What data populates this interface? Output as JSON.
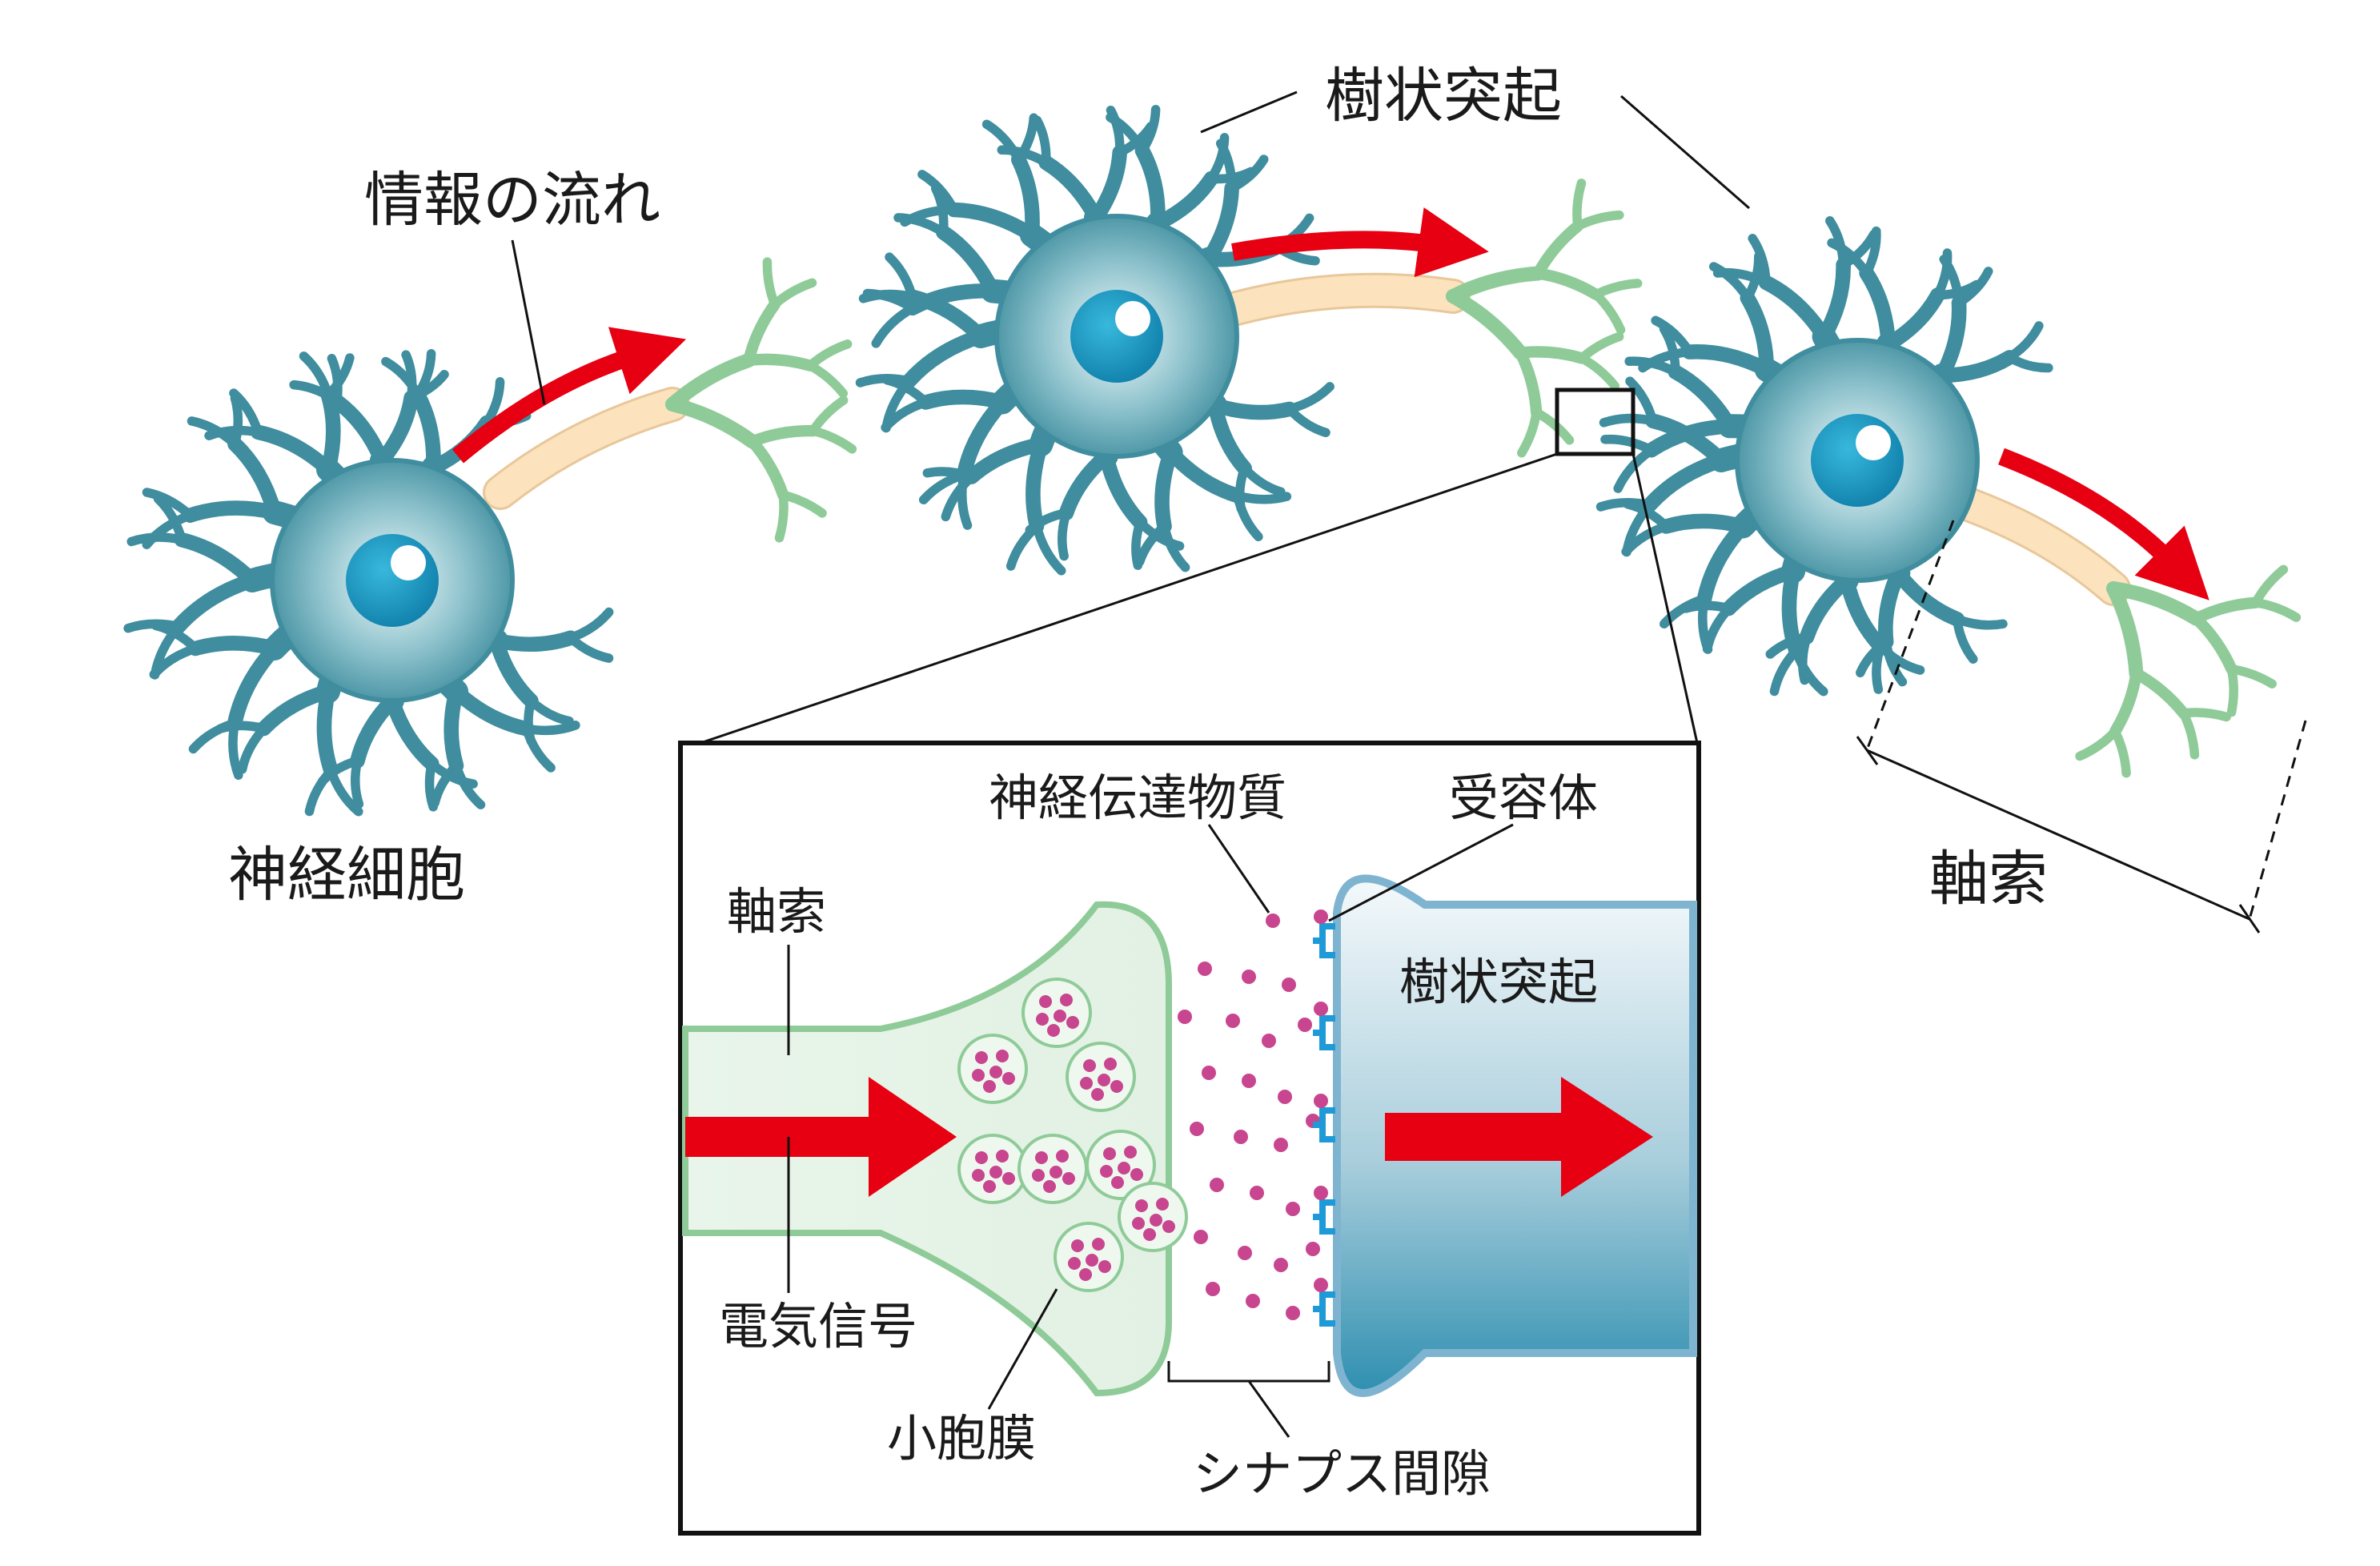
{
  "labels": {
    "info_flow": "情報の流れ",
    "dendrite_top": "樹状突起",
    "nerve_cell": "神経細胞",
    "axon_right": "軸索"
  },
  "inset": {
    "neurotransmitter": "神経伝達物質",
    "receptor": "受容体",
    "axon": "軸索",
    "dendrite": "樹状突起",
    "electric_signal": "電気信号",
    "vesicle": "小胞膜",
    "synaptic_cleft": "シナプス間隙"
  },
  "colors": {
    "neuron": "#3f8d9e",
    "nucleus": "#1a9fc4",
    "myelin": "#fce3bd",
    "terminal": "#8fcb98",
    "arrow": "#e60012",
    "transmitter": "#c8458f",
    "receptor": "#1e9ad8"
  }
}
